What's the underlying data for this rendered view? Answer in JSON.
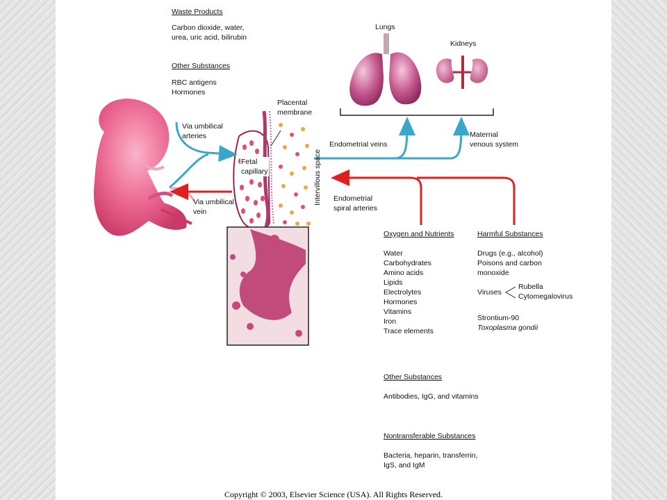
{
  "waste": {
    "heading": "Waste Products",
    "lines": [
      "Carbon dioxide, water,",
      "urea, uric acid, bilirubin"
    ]
  },
  "other_top": {
    "heading": "Other Substances",
    "lines": [
      "RBC antigens",
      "Hormones"
    ]
  },
  "organs": {
    "lungs": "Lungs",
    "kidneys": "Kidneys"
  },
  "labels": {
    "placental_membrane": [
      "Placental",
      "membrane"
    ],
    "via_umbilical_arteries": [
      "Via umbilical",
      "arteries"
    ],
    "fetal_capillary": [
      "Fetal",
      "capillary"
    ],
    "via_umbilical_vein": [
      "Via umbilical",
      "vein"
    ],
    "intervillous_space": "Intervillous space",
    "endometrial_veins": "Endometrial veins",
    "maternal_venous_system": [
      "Maternal",
      "venous system"
    ],
    "endometrial_spiral_arteries": [
      "Endometrial",
      "spiral arteries"
    ]
  },
  "oxygen": {
    "heading": "Oxygen and Nutrients",
    "items": [
      "Water",
      "Carbohydrates",
      "Amino acids",
      "Lipids",
      "Electrolytes",
      "Hormones",
      "Vitamins",
      "Iron",
      "Trace elements"
    ]
  },
  "harmful": {
    "heading": "Harmful Substances",
    "lines": [
      "Drugs (e.g., alcohol)",
      "Poisons and carbon",
      "monoxide"
    ],
    "viruses_label": "Viruses",
    "viruses": [
      "Rubella",
      "Cytomegalovirus"
    ],
    "strontium": "Strontium-90",
    "toxoplasma": "Toxoplasma gondii"
  },
  "other_bottom": {
    "heading": "Other Substances",
    "text": "Antibodies, IgG, and vitamins"
  },
  "nontransferable": {
    "heading": "Nontransferable Substances",
    "lines": [
      "Bacteria, heparin, transferrin,",
      "IgS, and IgM"
    ]
  },
  "copyright": "Copyright © 2003, Elsevier Science (USA). All Rights Reserved.",
  "colors": {
    "blue_flow": "#3aa6c9",
    "red_flow": "#e02020",
    "fetus": "#e8557f",
    "organ": "#c4588e",
    "micrograph": "#b8326a"
  }
}
